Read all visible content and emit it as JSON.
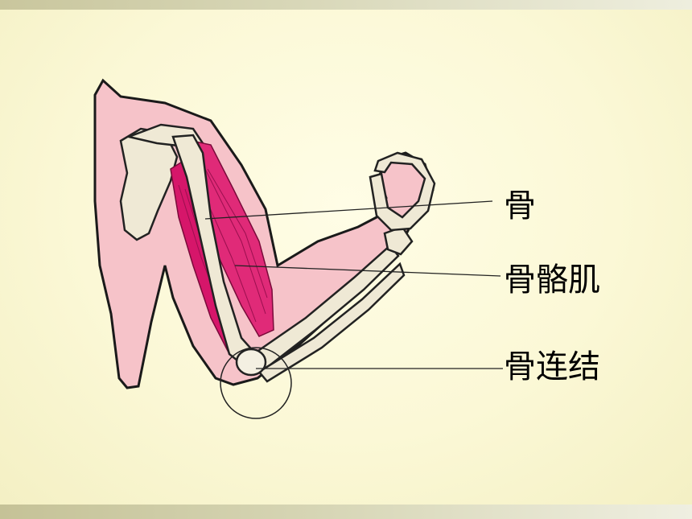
{
  "labels": {
    "bone": "骨",
    "skeletal_muscle": "骨骼肌",
    "joint": "骨连结"
  },
  "colors": {
    "background": "#fbf8d6",
    "skin": "#f6c3c9",
    "bone": "#efe9d5",
    "muscle": "#d6166a",
    "outline": "#1a1a1a"
  }
}
